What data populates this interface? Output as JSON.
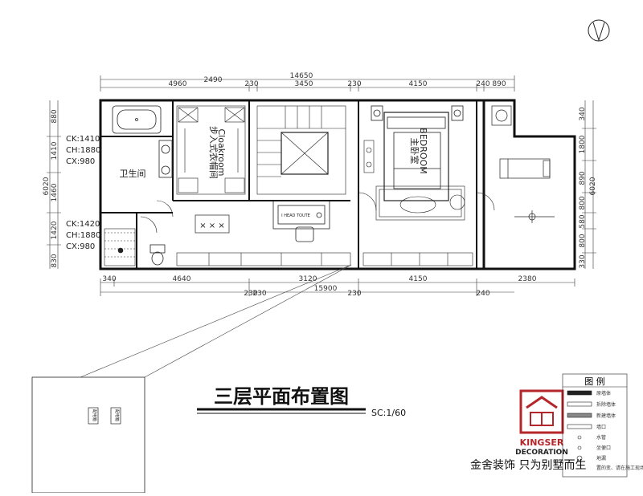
{
  "drawing": {
    "title": "三层平面布置图",
    "scale": "SC:1/60",
    "north_symbol": "north-arrow"
  },
  "dimensions": {
    "top_total": "14650",
    "top_segments": [
      "4960",
      "2490",
      "230",
      "3450",
      "230",
      "4150",
      "240",
      "890"
    ],
    "bottom_segments": [
      "340",
      "4640",
      "3120",
      "4150",
      "2380"
    ],
    "bottom_total": "15900",
    "bottom_small": [
      "230",
      "230",
      "230",
      "240"
    ],
    "left": [
      "880",
      "1410",
      "1460",
      "1420",
      "830"
    ],
    "left_total": "6020",
    "right": [
      "340",
      "1800",
      "890",
      "800",
      "580",
      "800",
      "330"
    ],
    "right_total": "6020"
  },
  "rooms": {
    "bathroom": "卫生间",
    "cloakroom_cn": "步入式衣帽间",
    "cloakroom_en": "Cloakroom",
    "master_cn": "主卧室",
    "master_en": "BEDROOM",
    "desk_label": "I HEAD TOUTE"
  },
  "specs": {
    "window1": [
      "CK:1410",
      "CH:1880",
      "CX:980"
    ],
    "window2": [
      "CK:1420",
      "CH:1880",
      "CX:980"
    ]
  },
  "detail_view": {
    "box1": "配电箱",
    "box2": "配电箱"
  },
  "legend": {
    "title": "图  例",
    "items": [
      "原墙体",
      "拆除墙体",
      "新建墙体",
      "墙口",
      "水管",
      "坐便口",
      "地漏"
    ],
    "note": "置的变、请在施工现场实际情况直接变底。"
  },
  "brand": {
    "name": "KINGSER",
    "sub": "DECORATION",
    "slogan": "金舍装饰 只为别墅而生",
    "brand_color": "#b5262b"
  }
}
